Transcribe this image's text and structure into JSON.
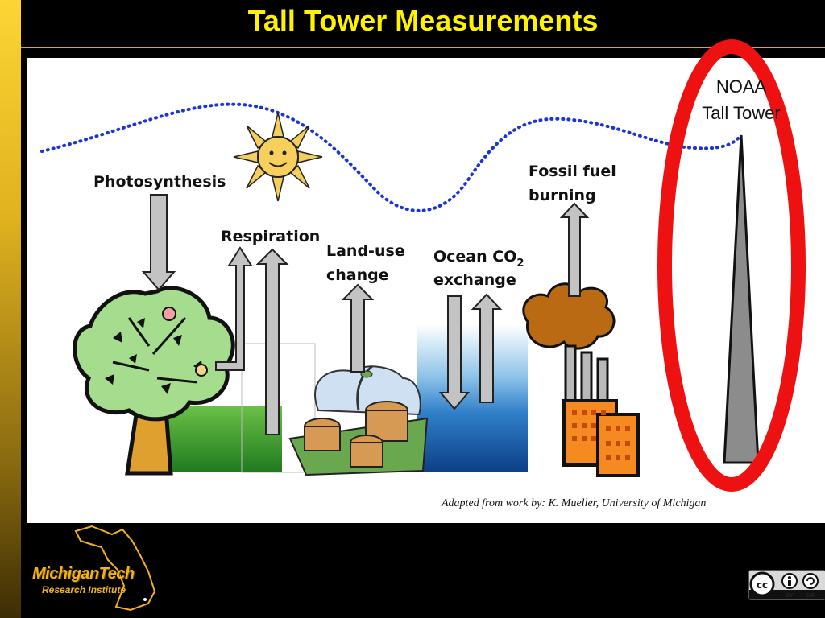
{
  "title": "Tall Tower Measurements",
  "labels": {
    "photosynthesis": "Photosynthesis",
    "respiration": "Respiration",
    "land_use_line1": "Land-use",
    "land_use_line2": "change",
    "ocean_line1": "Ocean CO",
    "ocean_sub": "2",
    "ocean_line2": "exchange",
    "fossil_line1": "Fossil fuel",
    "fossil_line2": "burning",
    "tower_line1": "NOAA",
    "tower_line2": "Tall Tower"
  },
  "credit": "Adapted  from work by: K. Mueller, University of Michigan",
  "logo": {
    "name": "MichiganTech",
    "subtitle": "Research Institute"
  },
  "license": {
    "by": "BY",
    "sa": "SA"
  },
  "colors": {
    "title": "#fff200",
    "highlight_ring": "#ee1111",
    "dotted_line": "#1a35d6",
    "arrow_fill": "#c3c3c3"
  },
  "icons": [
    "sun-icon",
    "tree-icon",
    "stumps-icon",
    "factory-icon",
    "tower-icon",
    "cc-icon",
    "by-icon",
    "sa-icon"
  ]
}
